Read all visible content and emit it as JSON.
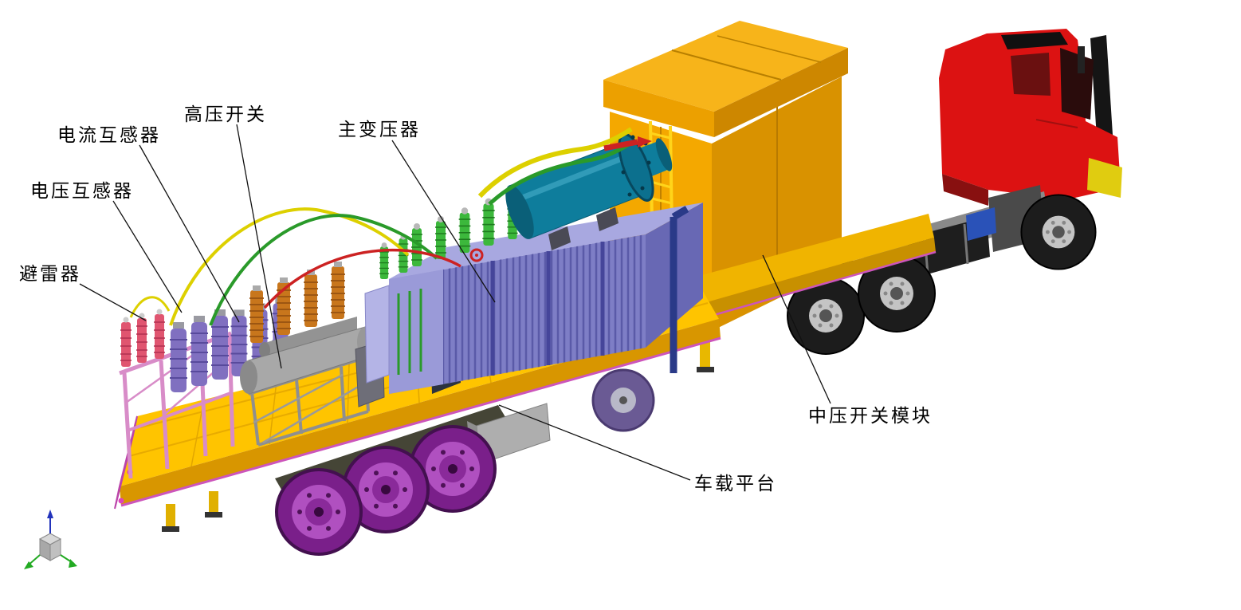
{
  "figure": {
    "labels": {
      "lightning_arrester": "避雷器",
      "voltage_transformer": "电压互感器",
      "current_transformer": "电流互感器",
      "hv_switch": "高压开关",
      "main_transformer": "主变压器",
      "mv_switch_module": "中压开关模块",
      "vehicle_platform": "车载平台"
    },
    "colors": {
      "truck_cab": "#dc1212",
      "container_front": "#f4a800",
      "container_side": "#d99200",
      "container_lid": "#f7b41a",
      "platform_deck": "#ffc400",
      "platform_side": "#d89600",
      "transformer_front": "#7e7ec6",
      "transformer_top": "#a8a8e0",
      "cooler_tank": "#0e7d9c",
      "bushing_green": "#3cb83c",
      "insulator_purple": "#8070c0",
      "arrester_pink": "#e05570",
      "switch_gray": "#a8a8a8",
      "wheel_magenta": "#7a1f8a",
      "cable_yellow": "#ddd000",
      "cable_green": "#2a9a2a",
      "cable_red": "#cc2222",
      "label_text": "#000000",
      "background": "#ffffff"
    }
  }
}
